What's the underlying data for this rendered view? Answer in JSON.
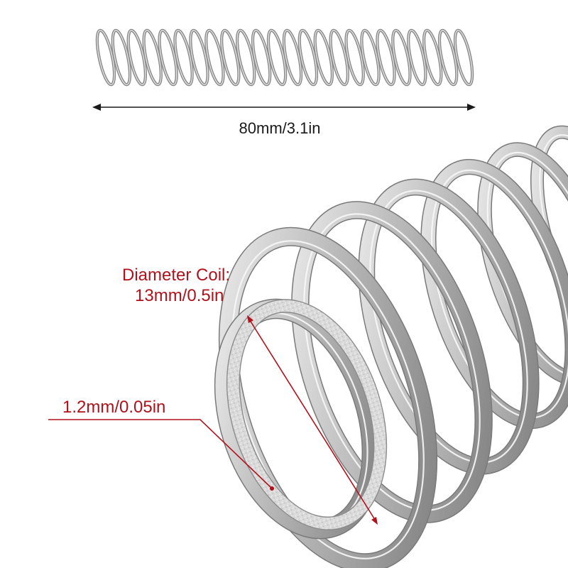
{
  "annotations": {
    "length": "80mm/3.1in",
    "diameter_title": "Diameter Coil:",
    "diameter_value": "13mm/0.5in",
    "wire": "1.2mm/0.05in"
  },
  "colors": {
    "accent": "#b0121b",
    "dimension_line": "#1a1a1a",
    "metal_light": "#e6e6e6",
    "metal_mid": "#a9a9a9",
    "metal_dark": "#6f6f6f",
    "background": "#ffffff"
  },
  "icons": [
    "compression-spring-small",
    "compression-spring-closeup",
    "double-arrow"
  ]
}
